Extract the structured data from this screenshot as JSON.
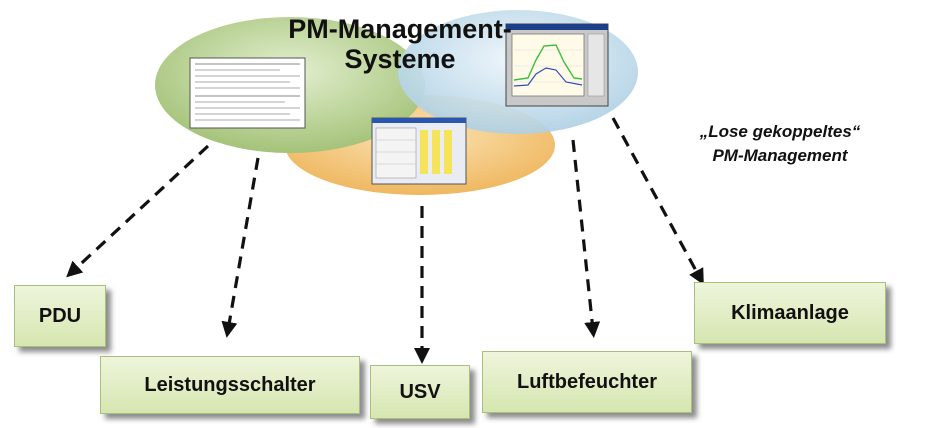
{
  "title_line1": "PM-Management-",
  "title_line2": "Systeme",
  "caption_line1": "„Lose gekoppeltes“",
  "caption_line2": "PM-Management",
  "devices": {
    "pdu": "PDU",
    "leistungsschalter": "Leistungsschalter",
    "usv": "USV",
    "luftbefeuchter": "Luftbefeuchter",
    "klimaanlage": "Klimaanlage"
  },
  "colors": {
    "ellipse_green": "#a9c77f",
    "ellipse_orange": "#f3c579",
    "ellipse_blue": "#bcd9ea",
    "box_fill": "#e3eecb",
    "arrow": "#111111"
  }
}
